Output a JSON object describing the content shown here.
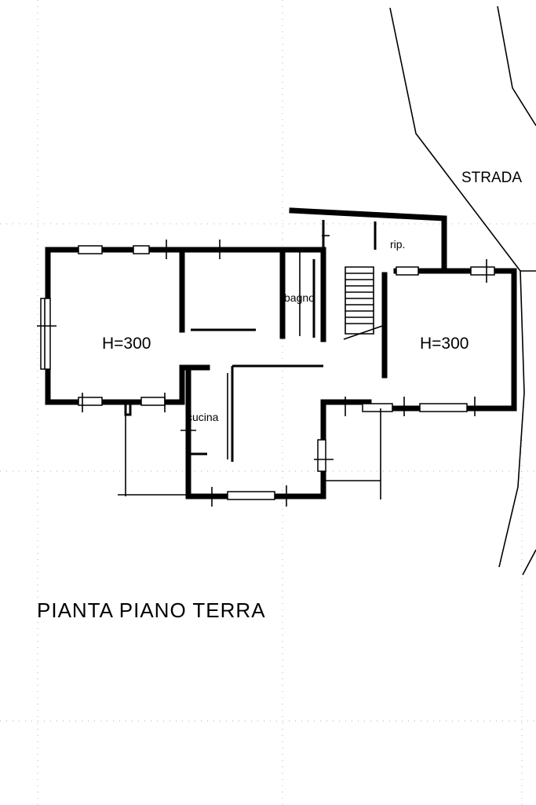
{
  "plan": {
    "title": "PIANTA PIANO TERRA",
    "road_label": "STRADA",
    "rooms": {
      "left_height": "H=300",
      "right_height": "H=300",
      "bathroom": "bagno",
      "kitchen": "cucina",
      "storage": "rip."
    }
  }
}
